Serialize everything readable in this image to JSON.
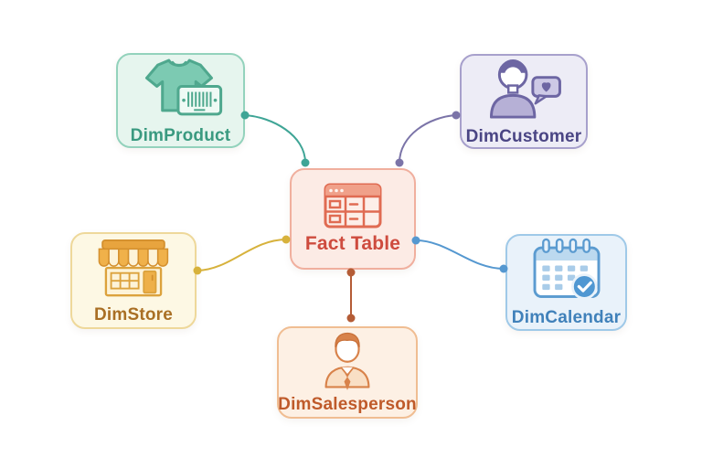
{
  "diagram_type": "star-schema",
  "nodes": {
    "fact": {
      "label": "Fact Table",
      "bg": "#fcebe5",
      "border": "#f0af9e",
      "text": "#ce4b3e",
      "icon": "data-table-icon"
    },
    "product": {
      "label": "DimProduct",
      "bg": "#e6f5ee",
      "border": "#93d2bc",
      "text": "#3a9a80",
      "icon": "tshirt-barcode-icon"
    },
    "customer": {
      "label": "DimCustomer",
      "bg": "#edecf6",
      "border": "#a7a0cc",
      "text": "#4a4584",
      "icon": "person-heart-chat-icon"
    },
    "store": {
      "label": "DimStore",
      "bg": "#fdf8e4",
      "border": "#eed89a",
      "text": "#a96f24",
      "icon": "storefront-icon"
    },
    "calendar": {
      "label": "DimCalendar",
      "bg": "#e9f2fa",
      "border": "#9fc9e8",
      "text": "#4081ba",
      "icon": "calendar-check-icon"
    },
    "salesperson": {
      "label": "DimSalesperson",
      "bg": "#fdf0e4",
      "border": "#f0bd92",
      "text": "#bf5a2a",
      "icon": "person-tie-icon"
    }
  },
  "connectors": [
    {
      "from": "product",
      "to": "fact",
      "color": "#3fa596"
    },
    {
      "from": "customer",
      "to": "fact",
      "color": "#7b74a8"
    },
    {
      "from": "store",
      "to": "fact",
      "color": "#d7b23c"
    },
    {
      "from": "fact",
      "to": "calendar",
      "color": "#5598d0"
    },
    {
      "from": "fact",
      "to": "salesperson",
      "color": "#b45c36"
    }
  ]
}
